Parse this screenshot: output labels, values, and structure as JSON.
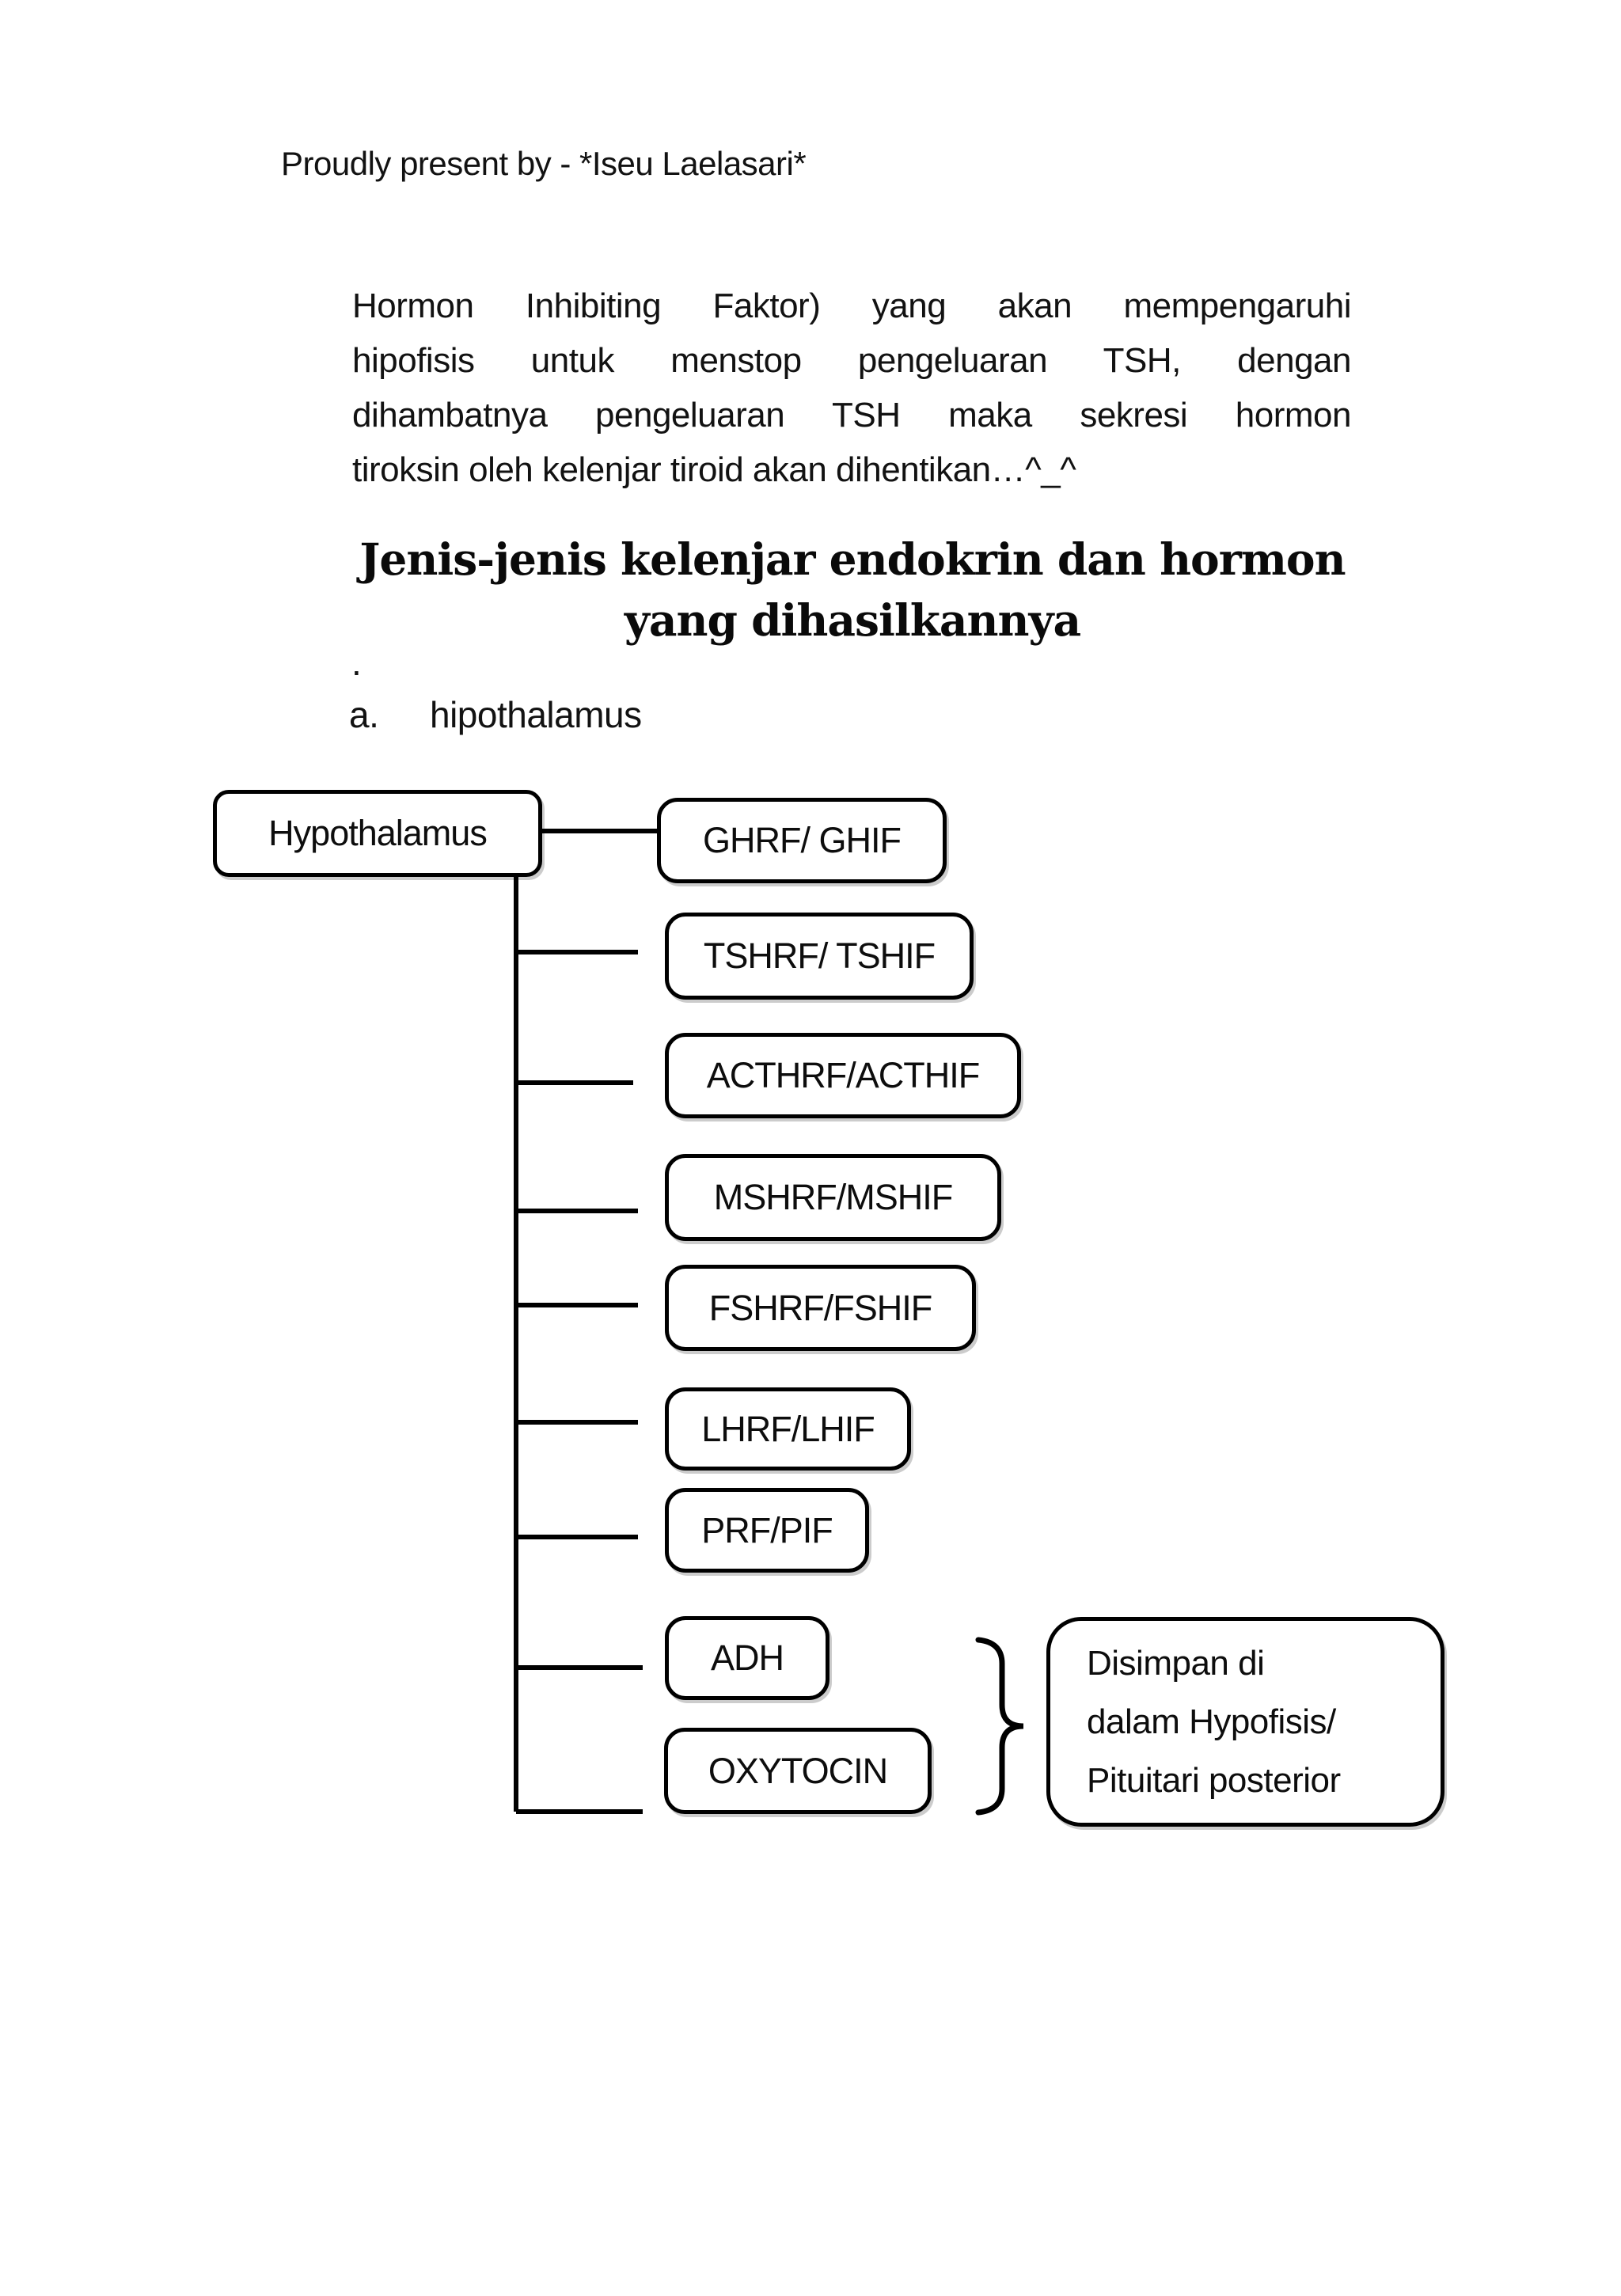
{
  "colors": {
    "ink": "#000000",
    "background": "#ffffff"
  },
  "credit": {
    "text": "Proudly present by - *Iseu Laelasari*"
  },
  "paragraph": {
    "lines": [
      "Hormon Inhibiting Faktor) yang akan mempengaruhi",
      "hipofisis untuk menstop pengeluaran TSH, dengan",
      "dihambatnya pengeluaran TSH maka sekresi hormon",
      "tiroksin oleh kelenjar tiroid akan dihentikan…^_^"
    ]
  },
  "heading": {
    "line1": "Jenis-jenis kelenjar endokrin dan hormon",
    "line2": "yang dihasilkannya"
  },
  "list": {
    "stray_dot": ".",
    "marker": "a.",
    "item": "hipothalamus"
  },
  "diagram": {
    "nodes": [
      {
        "id": "hypothalamus",
        "label": "Hypothalamus"
      },
      {
        "id": "ghrf",
        "label": "GHRF/ GHIF"
      },
      {
        "id": "tshrf",
        "label": "TSHRF/ TSHIF"
      },
      {
        "id": "acthrf",
        "label": "ACTHRF/ACTHIF"
      },
      {
        "id": "mshrf",
        "label": "MSHRF/MSHIF"
      },
      {
        "id": "fshrf",
        "label": "FSHRF/FSHIF"
      },
      {
        "id": "lhrf",
        "label": "LHRF/LHIF"
      },
      {
        "id": "prf",
        "label": "PRF/PIF"
      },
      {
        "id": "adh",
        "label": "ADH"
      },
      {
        "id": "oxytocin",
        "label": "OXYTOCIN"
      }
    ],
    "note": {
      "lines": [
        "Disimpan di",
        "dalam Hypofisis/",
        "Pituitari posterior"
      ]
    }
  }
}
